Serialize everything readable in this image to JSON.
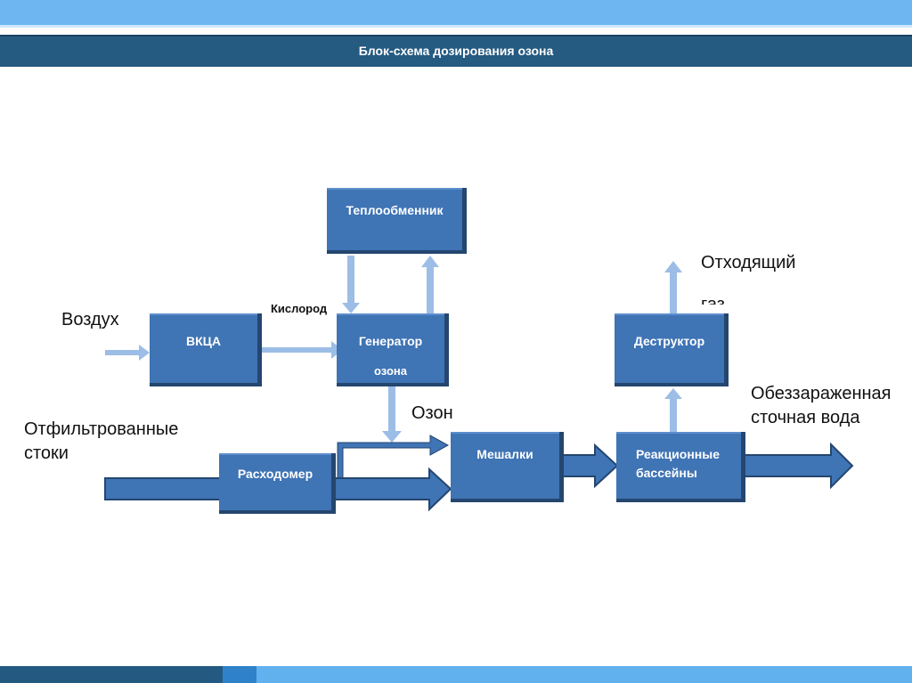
{
  "header": {
    "title": "Блок-схема дозирования озона"
  },
  "labels": {
    "air": "Воздух",
    "oxygen": "Кислород",
    "filtered_1": "Отфильтрованные",
    "filtered_2": "стоки",
    "ozone": "Озон",
    "offgas_1": "Отходящий",
    "offgas_2": "газ",
    "disinfected_1": "Обеззараженная",
    "disinfected_2": "сточная вода"
  },
  "boxes": {
    "heat_exchanger": "Теплообменник",
    "vkca": "ВКЦА",
    "generator_1": "Генератор",
    "generator_2": "озона",
    "destructor": "Деструктор",
    "flowmeter": "Расходомер",
    "mixers": "Мешалки",
    "reaction_1": "Реакционные",
    "reaction_2": "бассейны"
  },
  "colors": {
    "box_fill": "#3f74b5",
    "arrow_light": "#9cbde6",
    "arrow_dark": "#3f74b5",
    "title_bar": "#255a81"
  }
}
